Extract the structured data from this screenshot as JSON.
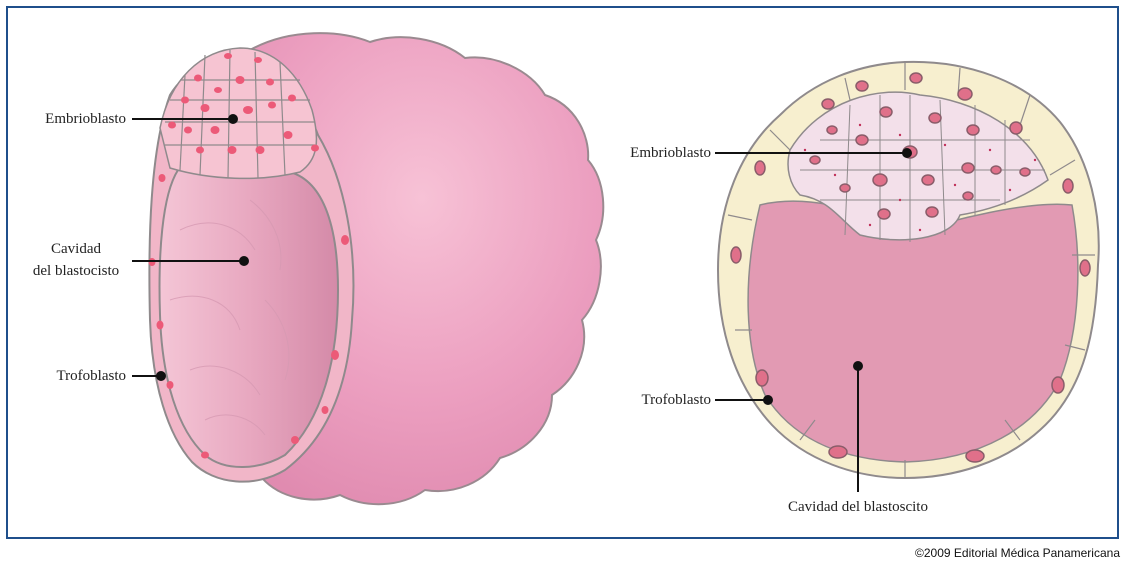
{
  "left_diagram": {
    "embryoblast_label": "Embrioblasto",
    "cavity_label_line1": "Cavidad",
    "cavity_label_line2": "del blastocisto",
    "trophoblast_label": "Trofoblasto"
  },
  "right_diagram": {
    "embryoblast_label": "Embrioblasto",
    "trophoblast_label": "Trofoblasto",
    "cavity_label": "Cavidad del blastoscito"
  },
  "copyright": "©2009 Editorial Médica Panamericana",
  "colors": {
    "frame_border": "#1f4f8b",
    "blastocyst_pink": "#e99cbc",
    "cavity_pink": "#e29ab3",
    "cell_nucleus": "#ec5a78",
    "trophoblast_yellow": "#f7efcf"
  }
}
